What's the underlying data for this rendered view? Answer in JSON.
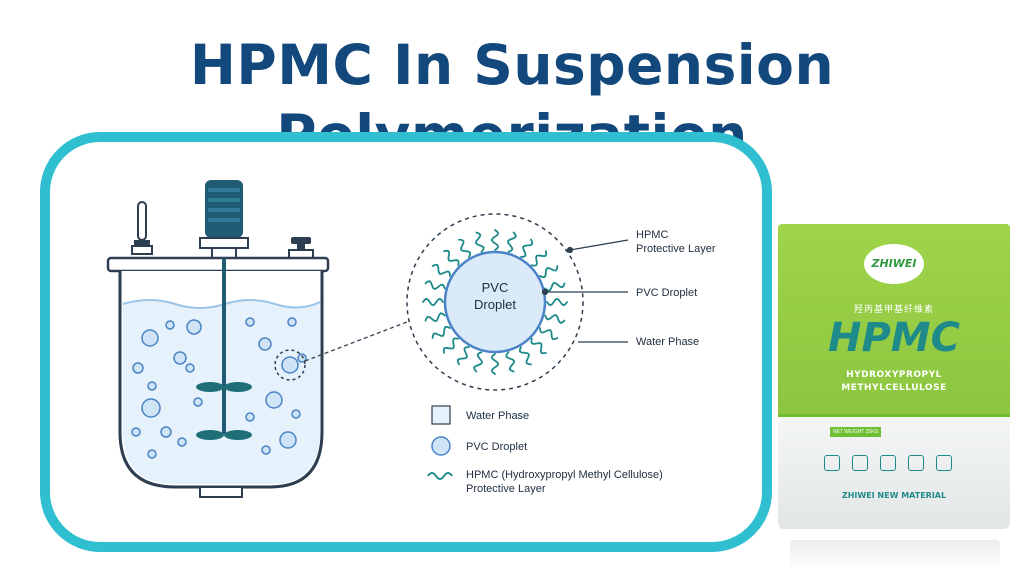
{
  "title": "HPMC In Suspension Polymerization",
  "droplet": {
    "text_line1": "PVC",
    "text_line2": "Droplet"
  },
  "callouts": {
    "hpmc_line1": "HPMC",
    "hpmc_line2": "Protective Layer",
    "pvc": "PVC Droplet",
    "water": "Water Phase"
  },
  "legend": {
    "water": "Water Phase",
    "pvc": "PVC Droplet",
    "hpmc_line1": "HPMC (Hydroxypropyl Methyl Cellulose)",
    "hpmc_line2": "Protective Layer"
  },
  "product": {
    "logo": "ZHIWEI",
    "chinese": "羟丙基甲基纤维素",
    "name": "HPMC",
    "sub1": "HYDROXYPROPYL",
    "sub2": "METHYLCELLULOSE",
    "net_weight": "NET WEIGHT 25KG",
    "maker": "ZHIWEI NEW MATERIAL"
  },
  "colors": {
    "title": "#12487c",
    "frame": "#2fbfd0",
    "water": "#e6f2fb",
    "bubble": "#cfe4f7",
    "bubble_stroke": "#4a83c7",
    "vessel": "#2d3e50",
    "motor": "#1f5b73",
    "bag_green": "#8cc63f",
    "bag_text": "#1f8a8a"
  }
}
